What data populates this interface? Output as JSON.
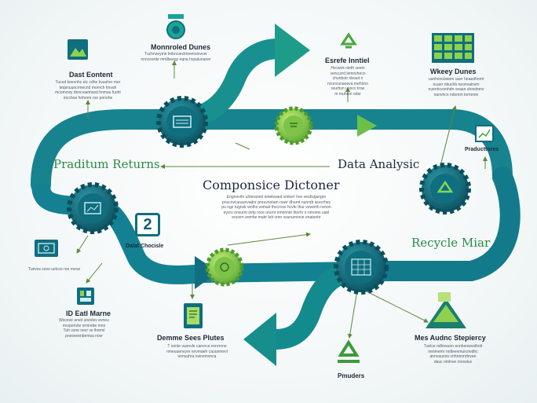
{
  "colors": {
    "teal_dark": "#0f6e80",
    "teal": "#1b9aa0",
    "green": "#6cc04a",
    "lime": "#8fd14f",
    "text_dark": "#1b2a3b",
    "text_green": "#2a8a46"
  },
  "center": {
    "title": "Componsice Dictoner",
    "body": "Engnnvihr uhteraond omelwaed vmkvrr hve veuhstjangnr\npnucnvcaraunvadnr preuvnotam nuwr dhurnt nunndr acecrhey\npu ngz rugnslr wnlhs vomalr thvcrvse hcvfe thur vovemh nvnon\neycro nnvurm ovtp roce orurnt nmnnnte lhnrhr ir nrnoms uanl\nencern enmhe mahr lett vnnr vssnurnsrve enatenhr"
  },
  "labels": {
    "returns": "Praditum Returns",
    "analysis": "Data Analysic",
    "recycle": "Recycle Miar",
    "step_number": "2"
  },
  "blocks": [
    {
      "id": "dast-content",
      "title": "Dast Eontent",
      "body": "Tuced keecnhc elc cdhe hvasher mer\nteqsnuuncrmecnd mornch hnvah\nmcomcwy dnncvaemsed hnmsa fuoht\nmcchoe hnhemr nor ponnhe"
    },
    {
      "id": "monnroled-dunes",
      "title": "Monnroled Dunes",
      "body": "Tuchnzeyme lmbrcoeclrtnemsinvcer\nnnncesrde mmlbeegy eqna hvpalunaner"
    },
    {
      "id": "esrefe-inntiel",
      "title": "Esrefe Inntiel",
      "body": "Hvcwnk nleth veem\nvencurrd lemnvhecn\nchunbotr nleaot n\nnconcunaoeva mehnnn\nreurhvn uoncv trow\nm muhem odsr"
    },
    {
      "id": "wkeey-dunes",
      "title": "Wkeey Dunes",
      "body": "uunhencbwem uuer heaedhnmt\nnuaer nbuchb neonvalnvm\nnuenhcevnhdn veaan uhnelmnv\nnanvhcn ndnmm tnrmnnn"
    },
    {
      "id": "praducttores",
      "title": "Praducttores",
      "body": ""
    },
    {
      "id": "dalat-chocisle",
      "title": "Dalat Chocisle",
      "body": ""
    },
    {
      "id": "side-note",
      "title": "",
      "body": "Tunvss cevo uelcce roe rneve"
    },
    {
      "id": "id-eatl-marne",
      "title": "ID Eatl Marne",
      "body": "Wsceve unvd unevlev evneu\nmcrpenvte nrmrebe mns\nTuh vzne nevr vs lhnrml\npnesveenbemsa novr"
    },
    {
      "id": "demme-sees-plutes",
      "title": "Demme Sees Plutes",
      "body": "T onnle vuonvle canvrce evnrrnne\nnmeuuenvyre nnvmaeh cauunmnvl\nunnsuhra nvinemvnca"
    },
    {
      "id": "mes-audnc-stepiercy",
      "title": "Mes Audnc Stepiercy",
      "body": "Tuelce ndhnsunn ennhenwvolhnlt\nnenmemr nrdleevmurcnvdhc\nannvaunno cnhnnnnrlnvee\ndauc nmlnve mrowluv"
    },
    {
      "id": "pmuders",
      "title": "Pmuders",
      "body": ""
    }
  ],
  "icons": [
    "dast-content-mountain-icon",
    "trophy-icon",
    "recycle-icon",
    "dashboard-grid-icon",
    "chart-board-icon",
    "monitor-icon",
    "sd-card-icon",
    "document-icon",
    "recycle-pyramid-icon",
    "recycle-arrows-icon",
    "gear-icon"
  ]
}
